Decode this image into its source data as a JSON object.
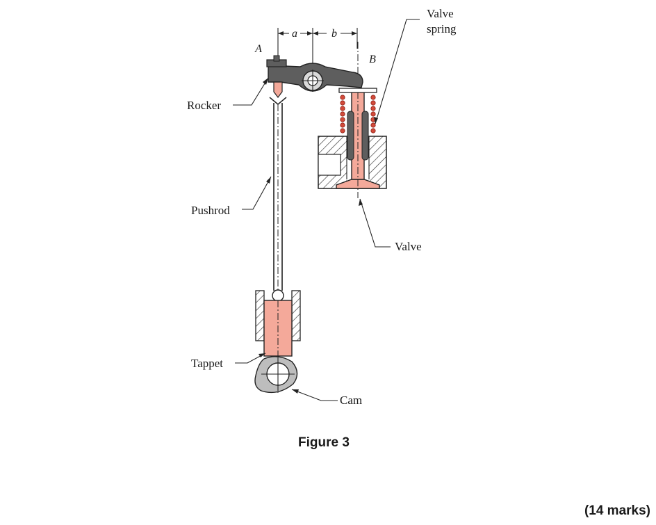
{
  "diagram": {
    "labels": {
      "a": "a",
      "b": "b",
      "A": "A",
      "B": "B",
      "valve_spring_line1": "Valve",
      "valve_spring_line2": "spring",
      "rocker": "Rocker",
      "pushrod": "Pushrod",
      "valve": "Valve",
      "tappet": "Tappet",
      "cam": "Cam"
    },
    "colors": {
      "component_fill": "#f4a99a",
      "spring": "#d24a3a",
      "rocker_fill": "#5e5e5e",
      "cam_fill": "#bdbdbd",
      "outline": "#222222"
    }
  },
  "caption": "Figure 3",
  "marks": "(14 marks)"
}
